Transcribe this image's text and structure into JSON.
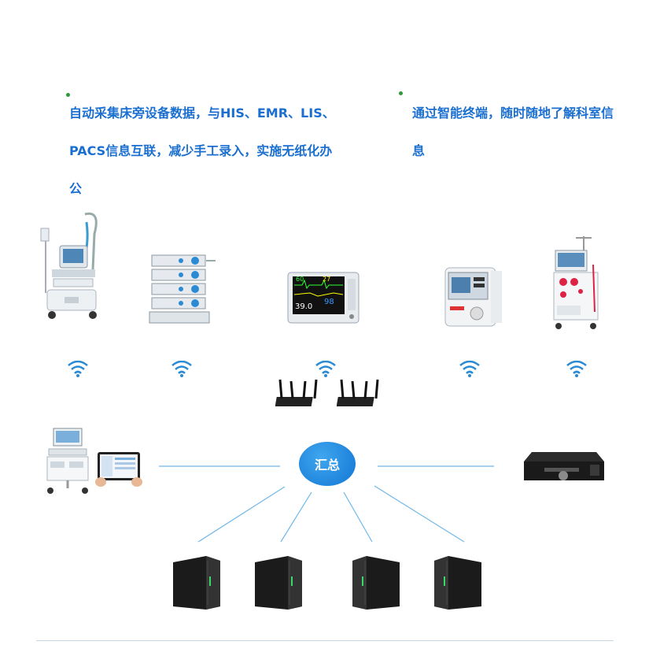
{
  "features": [
    {
      "lines": [
        "自动采集床旁设备数据，与HIS、EMR、LIS、",
        "PACS信息互联，减少手工录入，实施无纸化办",
        "公"
      ]
    },
    {
      "lines": [
        "通过智能终端，随时随地了解科室信",
        "息"
      ]
    }
  ],
  "hub": {
    "label": "汇总"
  },
  "colors": {
    "text": "#1a6fd0",
    "bullet": "#2e9a3a",
    "line": "#6fb8ea",
    "hub": "#1a80dd"
  },
  "devices_top": [
    "ventilator-icon",
    "infusion-pump-icon",
    "patient-monitor-icon",
    "blood-gas-analyzer-icon",
    "dialysis-machine-icon"
  ],
  "devices_mid": [
    "router-icon",
    "router-icon"
  ],
  "terminal_devices": [
    "mobile-cart-icon",
    "tablet-icon",
    "printer-icon"
  ],
  "servers": [
    "server-icon",
    "server-icon",
    "server-icon",
    "server-icon"
  ]
}
